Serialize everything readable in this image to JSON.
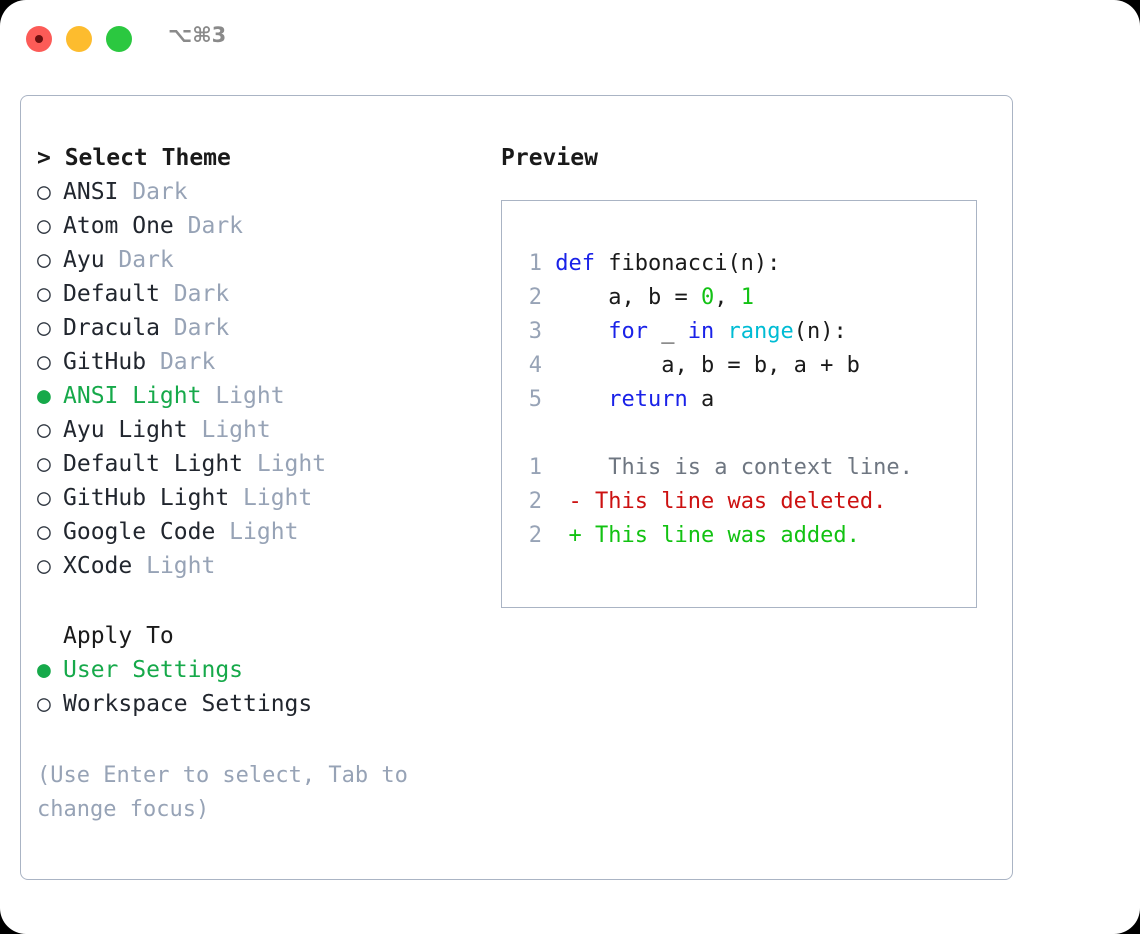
{
  "titlebar": {
    "shortcut": "⌥⌘3",
    "buttons": [
      {
        "name": "close",
        "color": "#fc5b57"
      },
      {
        "name": "minimize",
        "color": "#fdbc2e"
      },
      {
        "name": "maximize",
        "color": "#2bc840"
      }
    ]
  },
  "theme_section": {
    "heading": "> Select Theme",
    "marker_selected": "●",
    "marker_unselected": "○",
    "items": [
      {
        "marker": "○",
        "name": "ANSI",
        "suffix": "Dark",
        "selected": false
      },
      {
        "marker": "○",
        "name": "Atom One",
        "suffix": "Dark",
        "selected": false
      },
      {
        "marker": "○",
        "name": "Ayu",
        "suffix": "Dark",
        "selected": false
      },
      {
        "marker": "○",
        "name": "Default",
        "suffix": "Dark",
        "selected": false
      },
      {
        "marker": "○",
        "name": "Dracula",
        "suffix": "Dark",
        "selected": false
      },
      {
        "marker": "○",
        "name": "GitHub",
        "suffix": "Dark",
        "selected": false
      },
      {
        "marker": "●",
        "name": "ANSI Light",
        "suffix": "Light",
        "selected": true
      },
      {
        "marker": "○",
        "name": "Ayu Light",
        "suffix": "Light",
        "selected": false
      },
      {
        "marker": "○",
        "name": "Default Light",
        "suffix": "Light",
        "selected": false
      },
      {
        "marker": "○",
        "name": "GitHub Light",
        "suffix": "Light",
        "selected": false
      },
      {
        "marker": "○",
        "name": "Google Code",
        "suffix": "Light",
        "selected": false
      },
      {
        "marker": "○",
        "name": "XCode",
        "suffix": "Light",
        "selected": false
      }
    ]
  },
  "apply_to": {
    "heading": "Apply To",
    "items": [
      {
        "marker": "●",
        "name": "User Settings",
        "selected": true
      },
      {
        "marker": "○",
        "name": "Workspace Settings",
        "selected": false
      }
    ]
  },
  "hint": "(Use Enter to select, Tab to change focus)",
  "preview": {
    "heading": "Preview",
    "code_lines": [
      {
        "num": "1",
        "segments": [
          {
            "text": "def ",
            "cls": "kw"
          },
          {
            "text": "fibonacci(n):",
            "cls": "txt"
          }
        ]
      },
      {
        "num": "2",
        "segments": [
          {
            "text": "    a, b = ",
            "cls": "txt"
          },
          {
            "text": "0",
            "cls": "num"
          },
          {
            "text": ", ",
            "cls": "txt"
          },
          {
            "text": "1",
            "cls": "num"
          }
        ]
      },
      {
        "num": "3",
        "segments": [
          {
            "text": "    ",
            "cls": "txt"
          },
          {
            "text": "for",
            "cls": "kw"
          },
          {
            "text": " _ ",
            "cls": "txt"
          },
          {
            "text": "in",
            "cls": "kw"
          },
          {
            "text": " ",
            "cls": "txt"
          },
          {
            "text": "range",
            "cls": "fn"
          },
          {
            "text": "(n):",
            "cls": "txt"
          }
        ]
      },
      {
        "num": "4",
        "segments": [
          {
            "text": "        a, b = b, a + b",
            "cls": "txt"
          }
        ]
      },
      {
        "num": "5",
        "segments": [
          {
            "text": "    ",
            "cls": "txt"
          },
          {
            "text": "return",
            "cls": "kw"
          },
          {
            "text": " a",
            "cls": "txt"
          }
        ]
      }
    ],
    "diff_lines": [
      {
        "num": "1",
        "marker": " ",
        "text": "  This is a context line.",
        "cls": "diff-ctx"
      },
      {
        "num": "2",
        "marker": "-",
        "text": " This line was deleted.",
        "cls": "diff-del"
      },
      {
        "num": "2",
        "marker": "+",
        "text": " This line was added.",
        "cls": "diff-add"
      }
    ]
  },
  "colors": {
    "accent_green": "#16a94a",
    "muted": "#97a3b6",
    "border": "#aab4c4",
    "keyword_blue": "#1a22e8",
    "function_cyan": "#00bcd4",
    "number_green": "#13c215",
    "diff_deleted": "#cc1111",
    "diff_added": "#12c212"
  }
}
